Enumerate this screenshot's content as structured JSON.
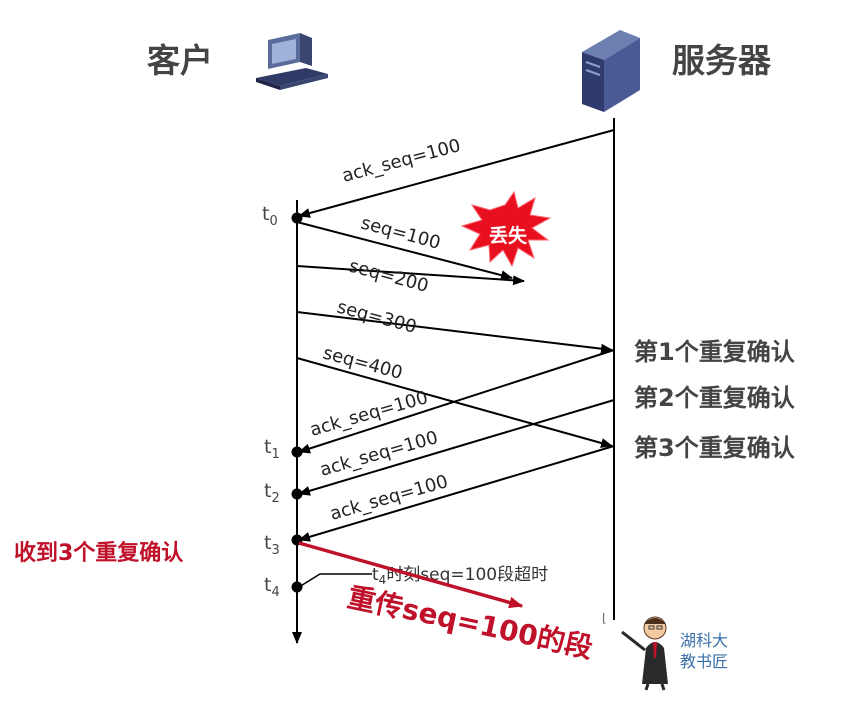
{
  "header": {
    "client_label": "客户",
    "server_label": "服务器",
    "client_icon": "computer-icon",
    "server_icon": "server-tower-icon"
  },
  "colors": {
    "line": "#000000",
    "text": "#444444",
    "accent_red": "#c0112a",
    "burst_red": "#e8101e"
  },
  "messages": {
    "ack0": "ack_seq=100",
    "seq100": "seq=100",
    "lost": "丢失",
    "seq200": "seq=200",
    "seq300": "seq=300",
    "seq400": "seq=400",
    "ack1": "ack_seq=100",
    "ack2": "ack_seq=100",
    "ack3": "ack_seq=100"
  },
  "times": {
    "t0": "t",
    "t0_sub": "0",
    "t1": "t",
    "t1_sub": "1",
    "t2": "t",
    "t2_sub": "2",
    "t3": "t",
    "t3_sub": "3",
    "t4": "t",
    "t4_sub": "4"
  },
  "dup_acks": [
    "第1个重复确认",
    "第2个重复确认",
    "第3个重复确认"
  ],
  "received_note": "收到3个重复确认",
  "timeout_note": {
    "prefix": "t",
    "sub": "4",
    "text": "时刻seq=100段超时"
  },
  "retransmit": "重传seq=100的段",
  "watermark": {
    "line1": "湖科大",
    "line2": "教书匠"
  }
}
